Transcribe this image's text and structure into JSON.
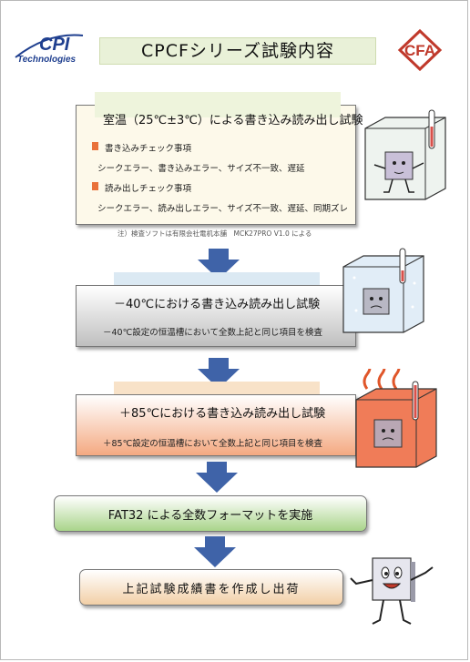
{
  "header": {
    "logo_left_text": "CPI",
    "logo_left_sub": "Technologies",
    "title": "CPCFシリーズ試験内容",
    "logo_right_text": "CFA"
  },
  "step1": {
    "title": "室温（25℃±3℃）による書き込み読み出し試験",
    "write_heading": "書き込みチェック事項",
    "write_items": "シークエラー、書き込みエラー、サイズ不一致、遅延",
    "read_heading": "読み出しチェック事項",
    "read_items": "シークエラー、読み出しエラー、サイズ不一致、遅延、同期ズレ",
    "footnote": "注）検査ソフトは有限会社電机本舗　MCK27PRO V1.0 による"
  },
  "step2": {
    "title": "－40℃における書き込み読み出し試験",
    "desc": "－40℃設定の恒温槽において全数上記と同じ項目を検査"
  },
  "step3": {
    "title": "＋85℃における書き込み読み出し試験",
    "desc": "＋85℃設定の恒温槽において全数上記と同じ項目を検査"
  },
  "step4": {
    "title": "FAT32 による全数フォーマットを実施"
  },
  "step5": {
    "title": "上記試験成績書を作成し出荷"
  },
  "colors": {
    "arrow": "#3f63a8",
    "bullet": "#e9713a",
    "green": "#a9d48a",
    "orange": "#f4a981"
  }
}
